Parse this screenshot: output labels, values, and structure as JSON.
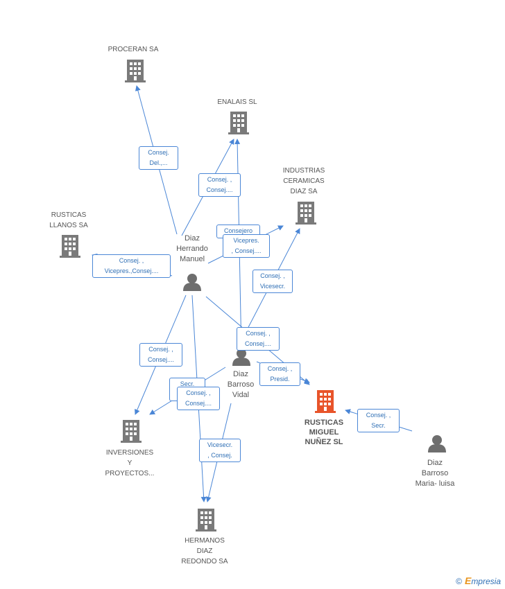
{
  "colors": {
    "edge": "#4a86d6",
    "company": "#7a7a7a",
    "focus": "#e8542a",
    "person": "#6e6e6e"
  },
  "nodes": {
    "proceran": "PROCERAN SA",
    "enalais": "ENALAIS SL",
    "industrias": "INDUSTRIAS\nCERAMICAS\nDIAZ SA",
    "rusticas_llanos": "RUSTICAS\nLLANOS SA",
    "diaz_herrando": "Diaz\nHerrando\nManuel",
    "diaz_barroso_vidal": "Diaz\nBarroso\nVidal",
    "rusticas_miguel": "RUSTICAS\nMIGUEL\nNUÑEZ SL",
    "inversiones": "INVERSIONES\nY\nPROYECTOS...",
    "hermanos": "HERMANOS\nDIAZ\nREDONDO SA",
    "diaz_barroso_maria": "Diaz\nBarroso\nMaria- luisa"
  },
  "edge_labels": {
    "proceran": "Consej.\nDel.,...",
    "enalais": "Consej. ,\nConsej....",
    "consejero": "Consejero",
    "vicepres": "Vicepres.\n, Consej....",
    "rusticas_llanos": "Consej. ,\nVicepres.,Consej....",
    "industrias": "Consej. ,\nVicesecr.",
    "vidal_consej": "Consej. ,\nConsej....",
    "inversiones": "Consej. ,\nConsej....",
    "presid": "Consej. ,\nPresid.",
    "secr_partial": "Secr.",
    "vidal_inv": "Consej. ,\nConsej....",
    "hermanos": "Vicesecr.\n, Consej.",
    "maria": "Consej. ,\nSecr."
  },
  "brand": {
    "copyright": "©",
    "initial": "E",
    "rest": "mpresia"
  }
}
